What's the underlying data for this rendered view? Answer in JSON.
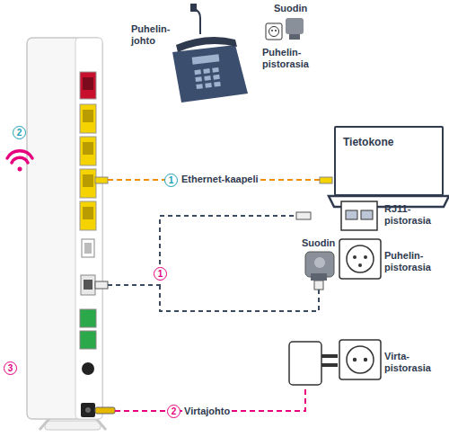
{
  "diagram": {
    "nodes": [
      {
        "text": [
          "Tietokone"
        ]
      }
    ],
    "labels": [
      "Puhelin- johto",
      "Suodin",
      "Puhelin- pistorasia",
      "2",
      "1",
      "Ethernet-kaapeli",
      "RJ11- pistorasia",
      "Suodin",
      "Puhelin- pistorasia",
      "1",
      "3",
      "2",
      "Virtajohto",
      "Virta- pistorasia"
    ]
  }
}
